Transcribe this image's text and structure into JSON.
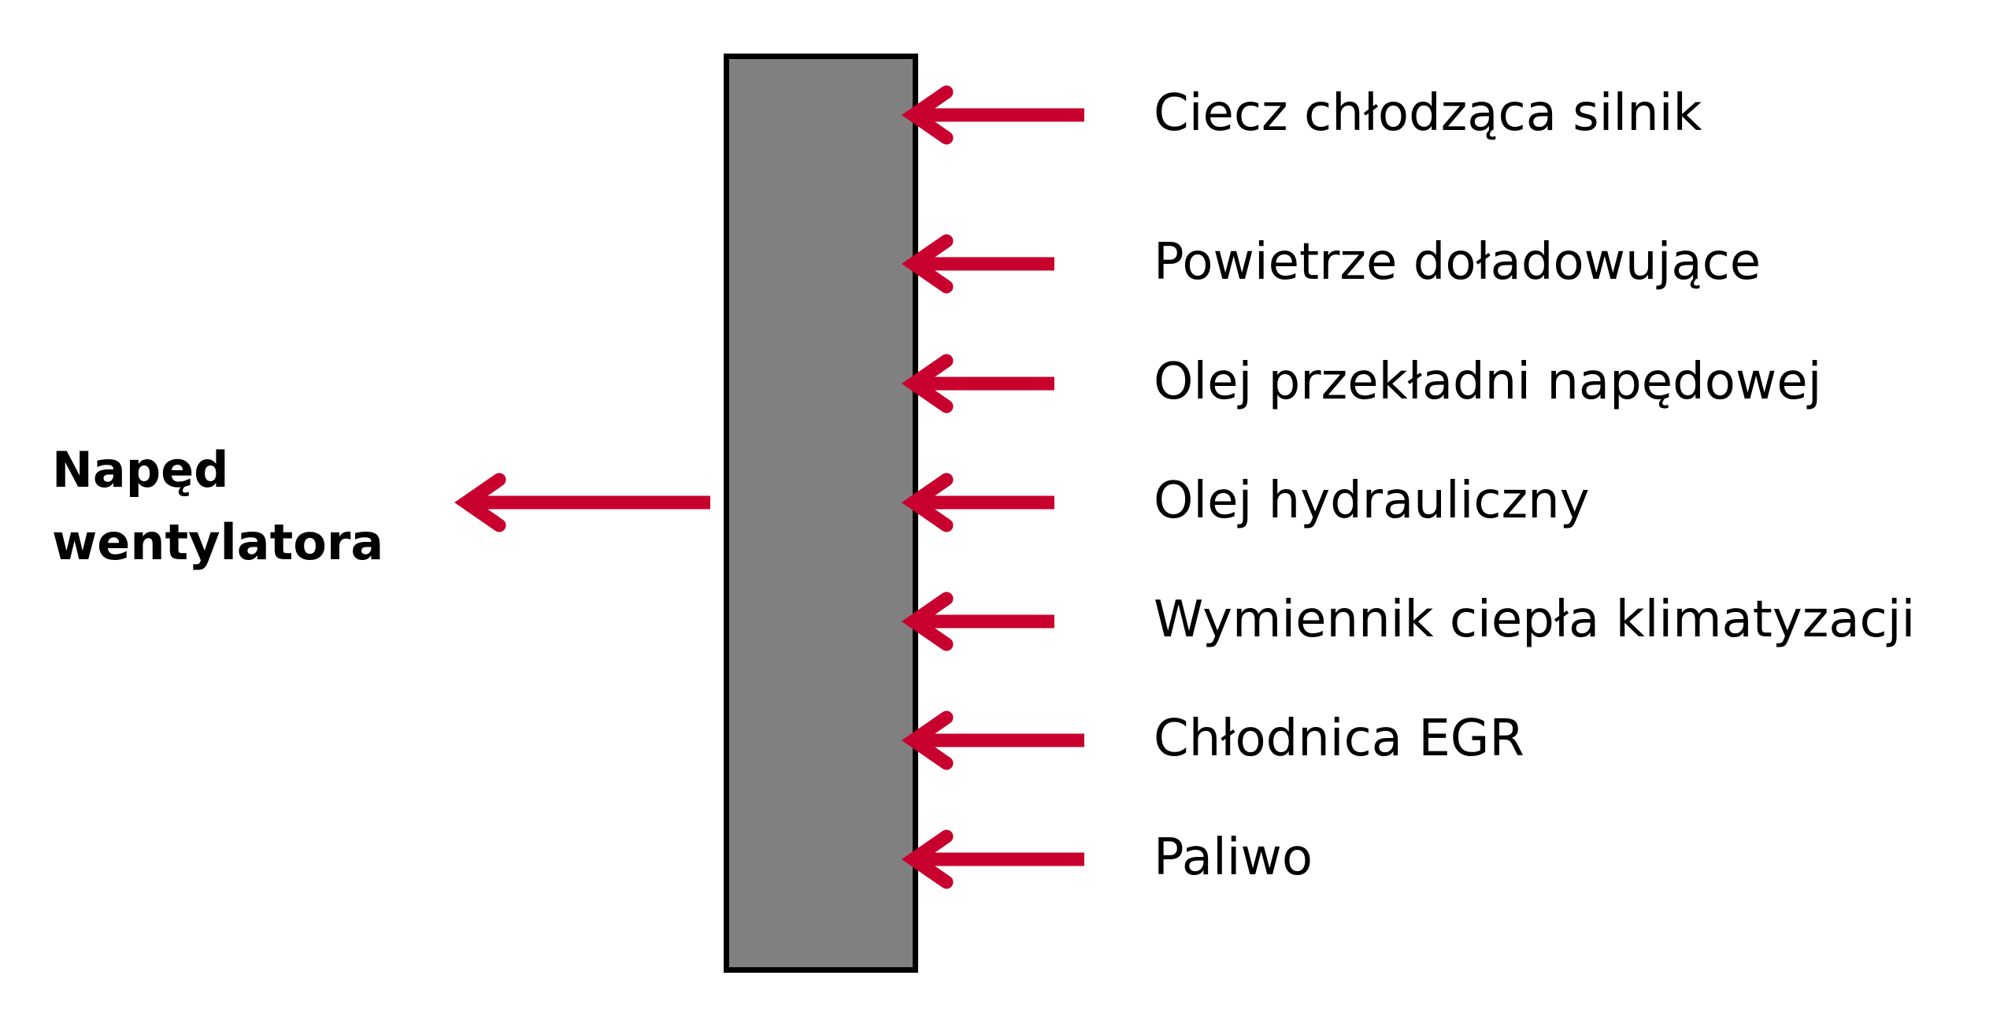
{
  "diagram": {
    "block": {
      "fill": "#808080",
      "border": "#000000"
    },
    "arrow_color": "#C8002E",
    "output": {
      "label_line1": "Napęd",
      "label_line2": "wentylatora",
      "direction": "left"
    },
    "inputs": [
      {
        "label": "Ciecz chłodząca silnik"
      },
      {
        "label": "Powietrze doładowujące"
      },
      {
        "label": "Olej przekładni napędowej"
      },
      {
        "label": "Olej hydrauliczny"
      },
      {
        "label": "Wymiennik ciepła klimatyzacji"
      },
      {
        "label": "Chłodnica EGR"
      },
      {
        "label": "Paliwo"
      }
    ]
  }
}
